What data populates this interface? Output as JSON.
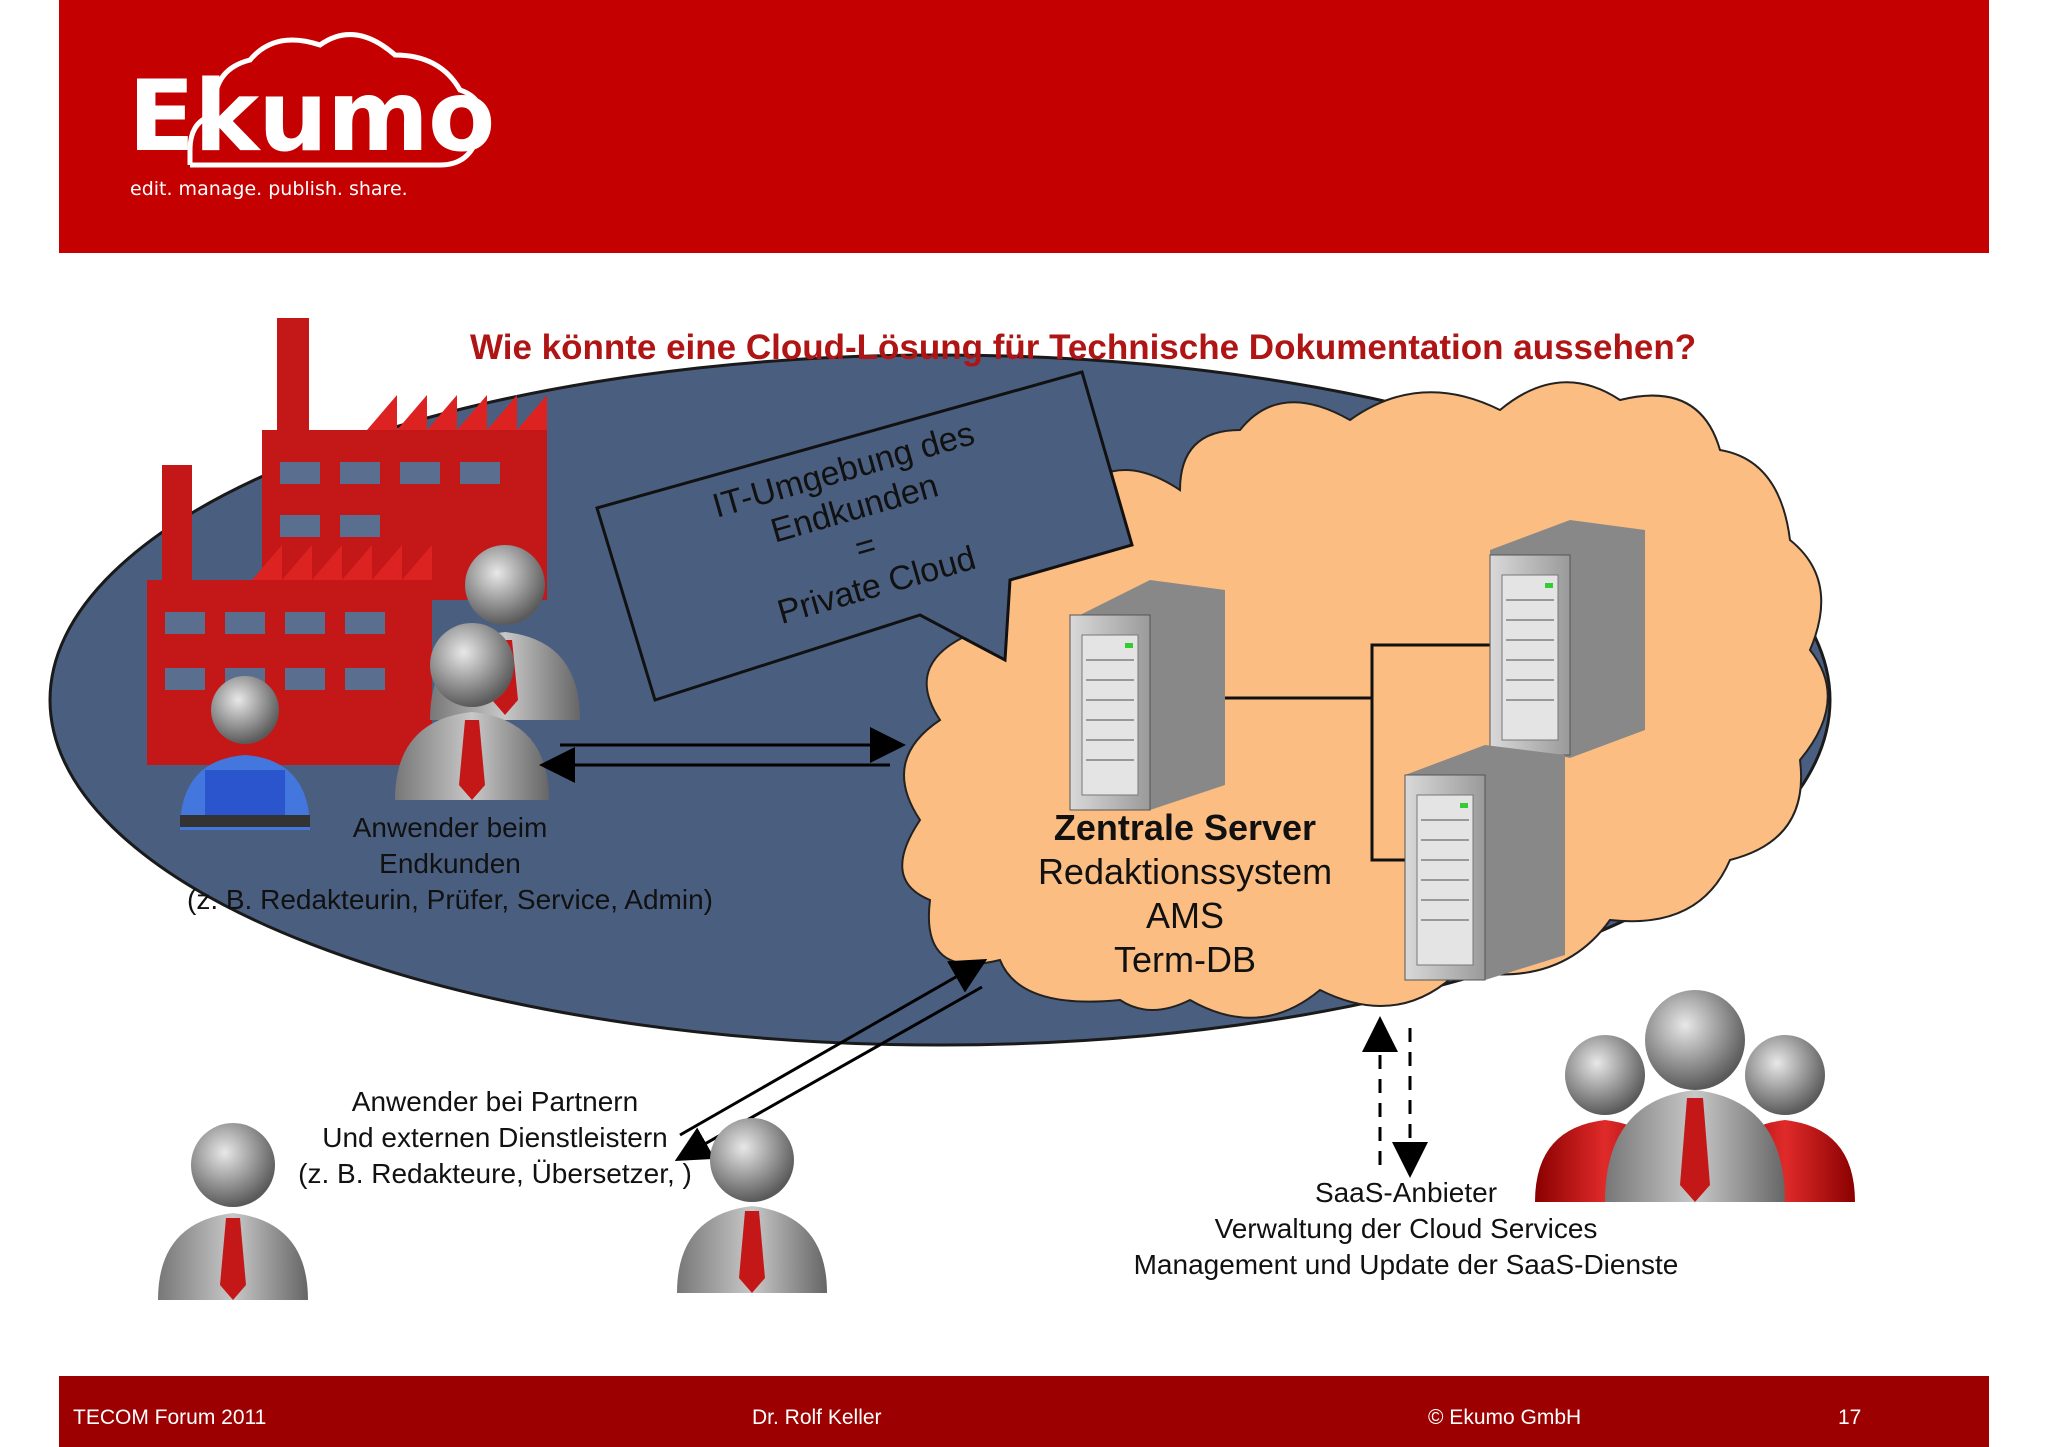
{
  "header": {
    "logo_text": "Ekumo",
    "tagline": "edit. manage. publish. share."
  },
  "slide": {
    "title": "Wie könnte eine Cloud-Lösung für Technische Dokumentation aussehen?"
  },
  "callout": {
    "line1": "IT-Umgebung des",
    "line2": "Endkunden",
    "line3": "=",
    "line4": "Private Cloud"
  },
  "servers": {
    "heading": "Zentrale Server",
    "line1": "Redaktionssystem",
    "line2": "AMS",
    "line3": "Term-DB"
  },
  "customer_users": {
    "line1": "Anwender beim",
    "line2": "Endkunden",
    "line3": "(z. B. Redakteurin, Prüfer, Service, Admin)"
  },
  "partner_users": {
    "line1": "Anwender bei Partnern",
    "line2": "Und externen Dienstleistern",
    "line3": "(z. B. Redakteure, Übersetzer, )"
  },
  "saas": {
    "line1": "SaaS-Anbieter",
    "line2": "Verwaltung der Cloud Services",
    "line3": "Management und Update der SaaS-Dienste"
  },
  "footer": {
    "event": "TECOM Forum 2011",
    "author": "Dr. Rolf Keller",
    "copyright": "© Ekumo GmbH",
    "page": "17"
  },
  "colors": {
    "brand_red": "#c40000",
    "footer_red": "#9c0000",
    "title_red": "#b01515",
    "ellipse_blue": "#4a5f80",
    "cloud_orange": "#fbbd81"
  }
}
